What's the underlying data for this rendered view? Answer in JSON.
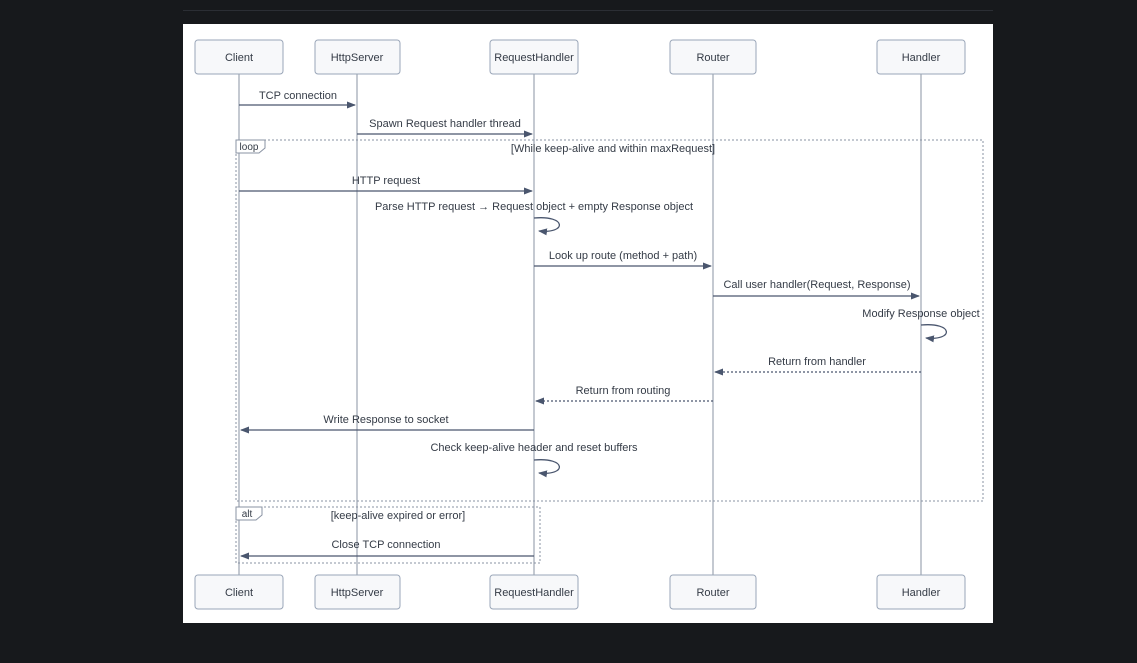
{
  "diagram": {
    "type": "sequence-diagram",
    "participants": [
      {
        "name": "Client"
      },
      {
        "name": "HttpServer"
      },
      {
        "name": "RequestHandler"
      },
      {
        "name": "Router"
      },
      {
        "name": "Handler"
      }
    ],
    "messages": [
      {
        "label": "TCP connection",
        "from": "Client",
        "to": "HttpServer",
        "style": "solid"
      },
      {
        "label": "Spawn Request handler thread",
        "from": "HttpServer",
        "to": "RequestHandler",
        "style": "solid"
      },
      {
        "label": "HTTP request",
        "from": "Client",
        "to": "RequestHandler",
        "style": "solid"
      },
      {
        "label": "Parse HTTP request  →  Request object + empty Response object",
        "from": "RequestHandler",
        "to": "RequestHandler",
        "style": "self"
      },
      {
        "label": "Look up route (method + path)",
        "from": "RequestHandler",
        "to": "Router",
        "style": "solid"
      },
      {
        "label": "Call user handler(Request, Response)",
        "from": "Router",
        "to": "Handler",
        "style": "solid"
      },
      {
        "label": "Modify Response object",
        "from": "Handler",
        "to": "Handler",
        "style": "self"
      },
      {
        "label": "Return from handler",
        "from": "Handler",
        "to": "Router",
        "style": "dashed"
      },
      {
        "label": "Return from routing",
        "from": "Router",
        "to": "RequestHandler",
        "style": "dashed"
      },
      {
        "label": "Write Response to socket",
        "from": "RequestHandler",
        "to": "Client",
        "style": "solid"
      },
      {
        "label": "Check keep-alive header and reset buffers",
        "from": "RequestHandler",
        "to": "RequestHandler",
        "style": "self"
      },
      {
        "label": "Close TCP connection",
        "from": "RequestHandler",
        "to": "Client",
        "style": "solid"
      }
    ],
    "frames": [
      {
        "kind": "loop",
        "condition": "[While keep-alive and within maxRequest]"
      },
      {
        "kind": "alt",
        "condition": "[keep-alive expired or error]"
      }
    ],
    "colors": {
      "background": "#17191c",
      "canvas": "#ffffff",
      "actor_fill": "#f7f8fa",
      "actor_border": "#9aa6b8",
      "message_line": "#4a566e",
      "lifeline": "#8a93a3",
      "text": "#343b46"
    }
  }
}
